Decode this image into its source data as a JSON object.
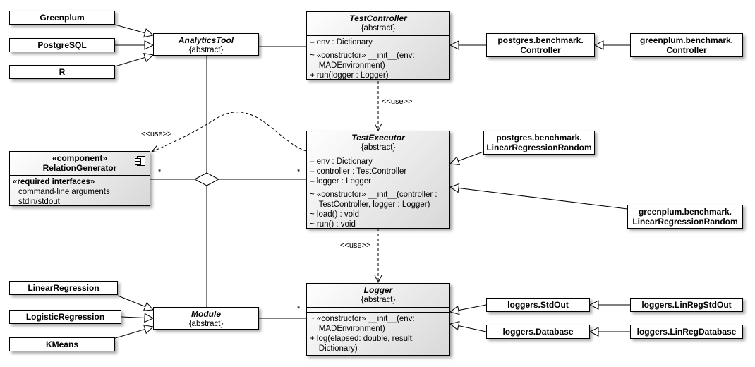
{
  "classes": {
    "greenplum": "Greenplum",
    "postgresql": "PostgreSQL",
    "r": "R",
    "analytics_tool": {
      "name": "AnalyticsTool",
      "stereotype": "{abstract}"
    },
    "test_controller": {
      "name": "TestController",
      "stereotype": "{abstract}",
      "attrs": [
        "– env : Dictionary"
      ],
      "ops": [
        "~ «constructor» __init__(env:",
        "    MADEnvironment)",
        "+ run(logger : Logger)"
      ]
    },
    "postgres_controller": [
      "postgres.benchmark.",
      "Controller"
    ],
    "greenplum_controller": [
      "greenplum.benchmark.",
      "Controller"
    ],
    "relation_generator": {
      "stereotype": "«component»",
      "name": "RelationGenerator",
      "required_label": "«required interfaces»",
      "items": [
        "command-line arguments",
        "stdin/stdout"
      ]
    },
    "test_executor": {
      "name": "TestExecutor",
      "stereotype": "{abstract}",
      "attrs": [
        "– env : Dictionary",
        "– controller : TestController",
        "– logger : Logger"
      ],
      "ops": [
        "~ «constructor» __init__(controller :",
        "    TestController, logger : Logger)",
        "~ load() : void",
        "~ run() : void"
      ]
    },
    "postgres_lrr": [
      "postgres.benchmark.",
      "LinearRegressionRandom"
    ],
    "greenplum_lrr": [
      "greenplum.benchmark.",
      "LinearRegressionRandom"
    ],
    "linear_regression": "LinearRegression",
    "logistic_regression": "LogisticRegression",
    "kmeans": "KMeans",
    "module": {
      "name": "Module",
      "stereotype": "{abstract}"
    },
    "logger": {
      "name": "Logger",
      "stereotype": "{abstract}",
      "attrs": [],
      "ops": [
        "~ «constructor» __init__(env:",
        "    MADEnvironment)",
        "+ log(elapsed: double, result:",
        "    Dictionary)"
      ]
    },
    "loggers_stdout": "loggers.StdOut",
    "loggers_database": "loggers.Database",
    "loggers_linreg_stdout": "loggers.LinRegStdOut",
    "loggers_linreg_database": "loggers.LinRegDatabase"
  },
  "labels": {
    "use": "<<use>>",
    "multiplicity": "*"
  }
}
